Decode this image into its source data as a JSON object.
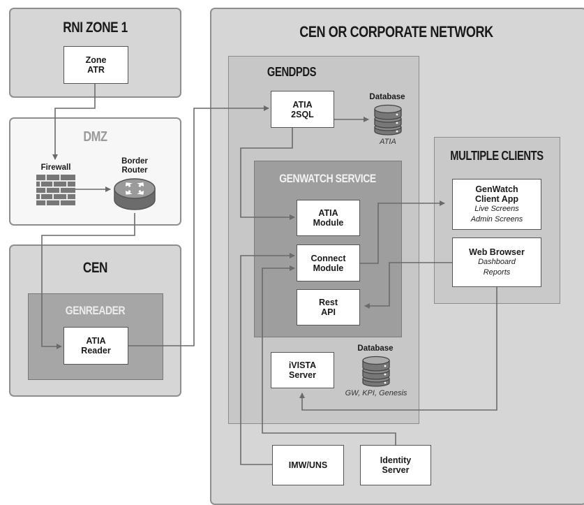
{
  "zones": {
    "rni_zone_1": "RNI ZONE 1",
    "dmz": "DMZ",
    "cen": "CEN",
    "cen_corporate": "CEN OR CORPORATE NETWORK",
    "gendpds": "GENDPDS",
    "genwatch_service": "GENWATCH SERVICE",
    "genreader": "GENREADER",
    "multiple_clients": "MULTIPLE CLIENTS"
  },
  "nodes": {
    "zone_atr": [
      "Zone",
      "ATR"
    ],
    "firewall": "Firewall",
    "border_router": [
      "Border",
      "Router"
    ],
    "atia_reader": [
      "ATIA",
      "Reader"
    ],
    "atia_2sql": [
      "ATIA",
      "2SQL"
    ],
    "atia_module": [
      "ATIA",
      "Module"
    ],
    "connect_module": [
      "Connect",
      "Module"
    ],
    "rest_api": [
      "Rest",
      "API"
    ],
    "ivista_server": [
      "iVISTA",
      "Server"
    ],
    "imw_uns": "IMW/UNS",
    "identity_server": [
      "Identity",
      "Server"
    ],
    "genwatch_client": {
      "title": [
        "GenWatch",
        "Client App"
      ],
      "items": [
        "Live Screens",
        "Admin Screens"
      ]
    },
    "web_browser": {
      "title": "Web Browser",
      "items": [
        "Dashboard",
        "Reports"
      ]
    }
  },
  "databases": {
    "atia_db": {
      "label": "Database",
      "caption": "ATIA"
    },
    "gw_db": {
      "label": "Database",
      "caption": "GW, KPI, Genesis"
    }
  },
  "colors": {
    "zone_border": "#8e8e8e",
    "zone_fill": "#d6d6d6",
    "inner_panel": "#c4c4c4",
    "service_panel": "#9e9e9e",
    "genreader_panel": "#a6a6a6",
    "connector": "#6a6a6a"
  }
}
